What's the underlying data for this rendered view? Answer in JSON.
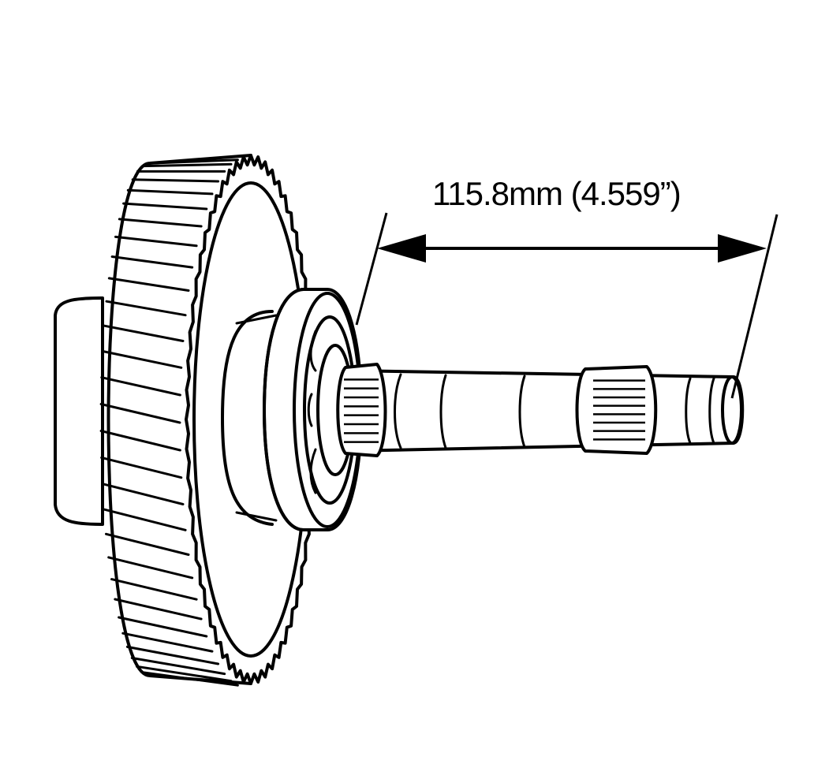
{
  "diagram": {
    "dimension_label": "115.8mm (4.559”)",
    "line_color": "#000000",
    "background_color": "#ffffff",
    "parts": [
      "helical-gear",
      "bearing",
      "output-shaft",
      "shaft-spline"
    ]
  }
}
